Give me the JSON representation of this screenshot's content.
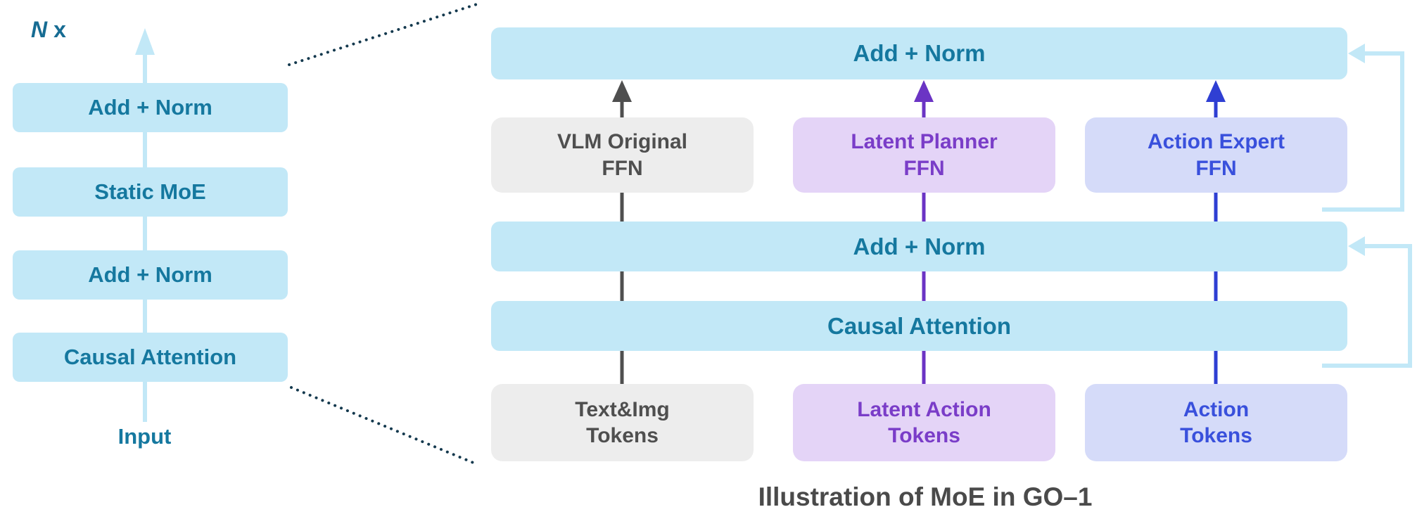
{
  "left_stack": {
    "repeat_n": "N",
    "repeat_x": "x",
    "boxes": [
      {
        "label": "Add + Norm"
      },
      {
        "label": "Static MoE"
      },
      {
        "label": "Add + Norm"
      },
      {
        "label": "Causal Attention"
      }
    ],
    "input_label": "Input"
  },
  "right_panel": {
    "top_add_norm": "Add + Norm",
    "mid_add_norm": "Add + Norm",
    "causal_attention": "Causal Attention",
    "experts": [
      {
        "line1": "VLM Original",
        "line2": "FFN"
      },
      {
        "line1": "Latent Planner",
        "line2": "FFN"
      },
      {
        "line1": "Action Expert",
        "line2": "FFN"
      }
    ],
    "tokens": [
      {
        "line1": "Text&Img",
        "line2": "Tokens"
      },
      {
        "line1": "Latent Action",
        "line2": "Tokens"
      },
      {
        "line1": "Action",
        "line2": "Tokens"
      }
    ]
  },
  "caption": "Illustration of MoE in GO–1",
  "colors": {
    "bar_fill": "#C2E8F7",
    "bar_text": "#15789F",
    "gray_fill": "#EDEDED",
    "gray_text": "#4F4F4F",
    "purple_fill": "#E4D4F7",
    "purple_text": "#7A3DC8",
    "blue_fill": "#D5DBF9",
    "blue_text": "#3950DC",
    "arrow_gray": "#4F4F4F",
    "arrow_purple": "#6B34C4",
    "arrow_blue": "#2F3FD3",
    "residual_line": "#C2E8F7",
    "dotted_guide": "#14394E",
    "caption_text": "#4A4A4A"
  }
}
